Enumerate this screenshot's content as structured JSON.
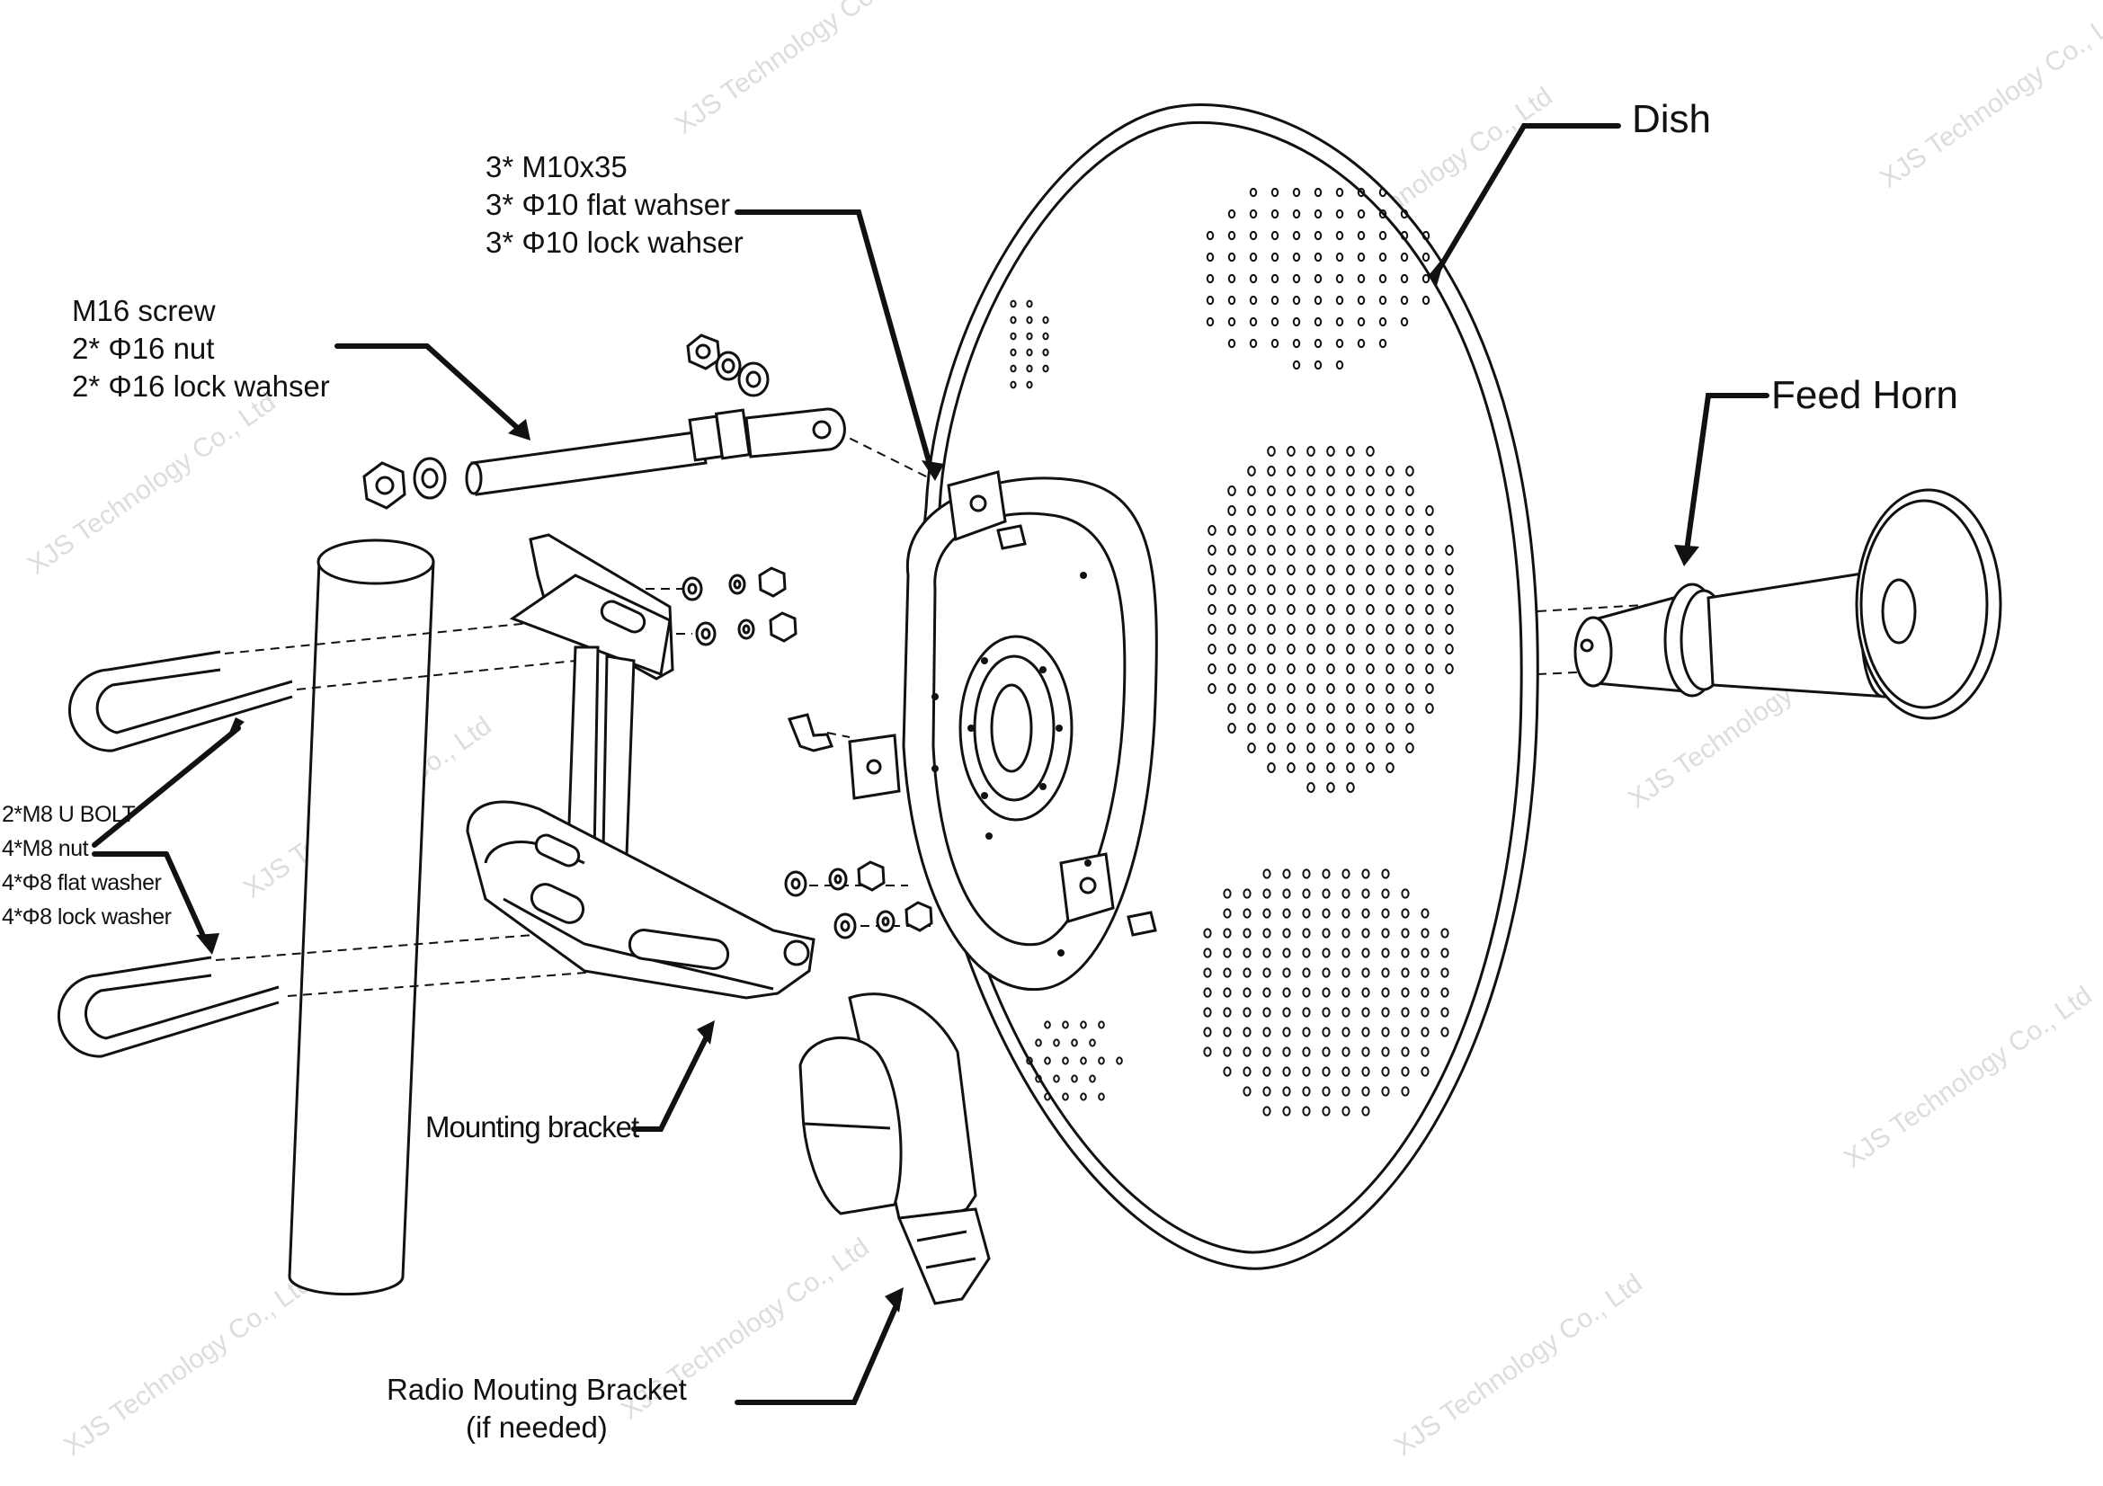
{
  "labels": {
    "dish": "Dish",
    "feed_horn": "Feed Horn",
    "m10_hardware": [
      "3* M10x35",
      "3* Φ10 flat wahser",
      "3* Φ10 lock wahser"
    ],
    "m16_hardware": [
      "M16 screw",
      "2* Φ16 nut",
      "2* Φ16 lock wahser"
    ],
    "ubolt_hardware": [
      "2*M8 U BOLT",
      "4*M8 nut",
      "4*Φ8 flat washer",
      "4*Φ8 lock washer"
    ],
    "mounting_bracket": "Mounting bracket",
    "radio_bracket": [
      "Radio Mouting Bracket",
      "(if needed)"
    ]
  },
  "watermark": {
    "text": "XJS Technology Co., Ltd",
    "color": "#d9d9d9"
  },
  "colors": {
    "line": "#111111",
    "background": "#ffffff"
  }
}
